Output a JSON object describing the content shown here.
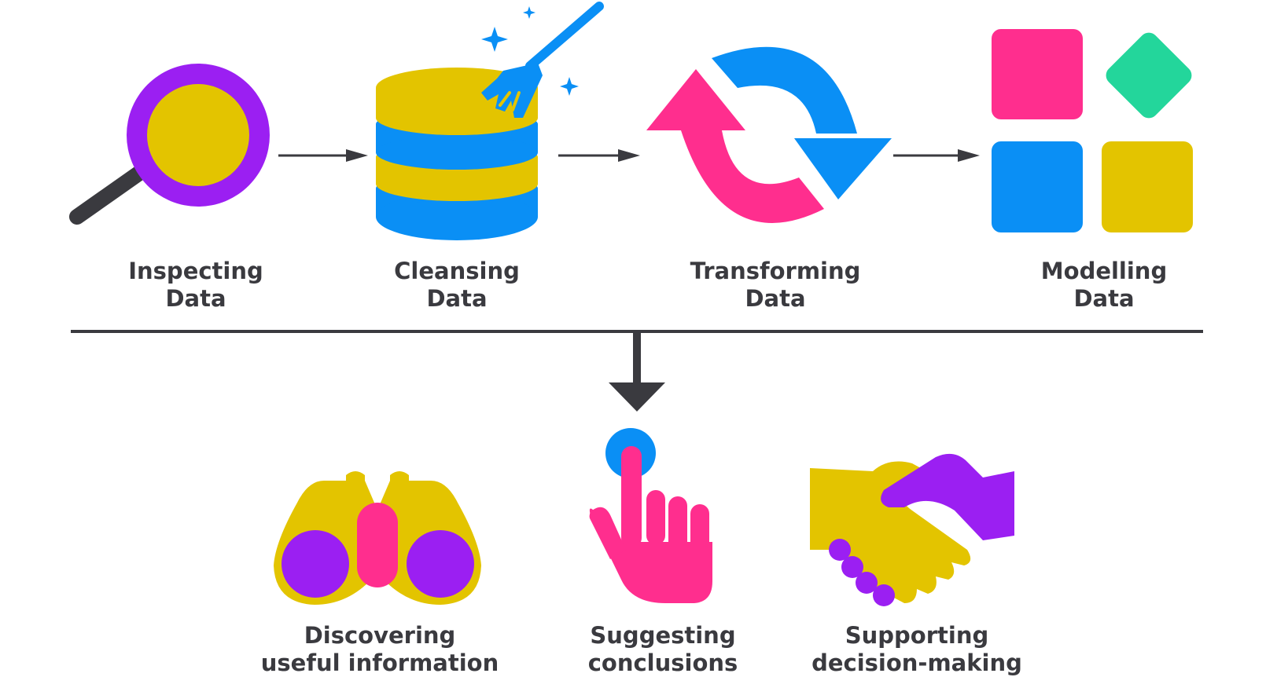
{
  "colors": {
    "purple": "#9b1ff2",
    "yellow": "#e3c400",
    "blue": "#0a8ff5",
    "pink": "#ff2e8e",
    "green": "#23d69b",
    "dark": "#3a3a3f"
  },
  "steps": [
    {
      "icon": "magnifier-icon",
      "line1": "Inspecting",
      "line2": "Data"
    },
    {
      "icon": "database-broom-icon",
      "line1": "Cleansing",
      "line2": "Data"
    },
    {
      "icon": "refresh-cycle-icon",
      "line1": "Transforming",
      "line2": "Data"
    },
    {
      "icon": "shapes-grid-icon",
      "line1": "Modelling",
      "line2": "Data"
    }
  ],
  "outcomes": [
    {
      "icon": "binoculars-icon",
      "line1": "Discovering",
      "line2": "useful information"
    },
    {
      "icon": "pointing-hand-icon",
      "line1": "Suggesting",
      "line2": "conclusions"
    },
    {
      "icon": "handshake-icon",
      "line1": "Supporting",
      "line2": "decision-making"
    }
  ]
}
